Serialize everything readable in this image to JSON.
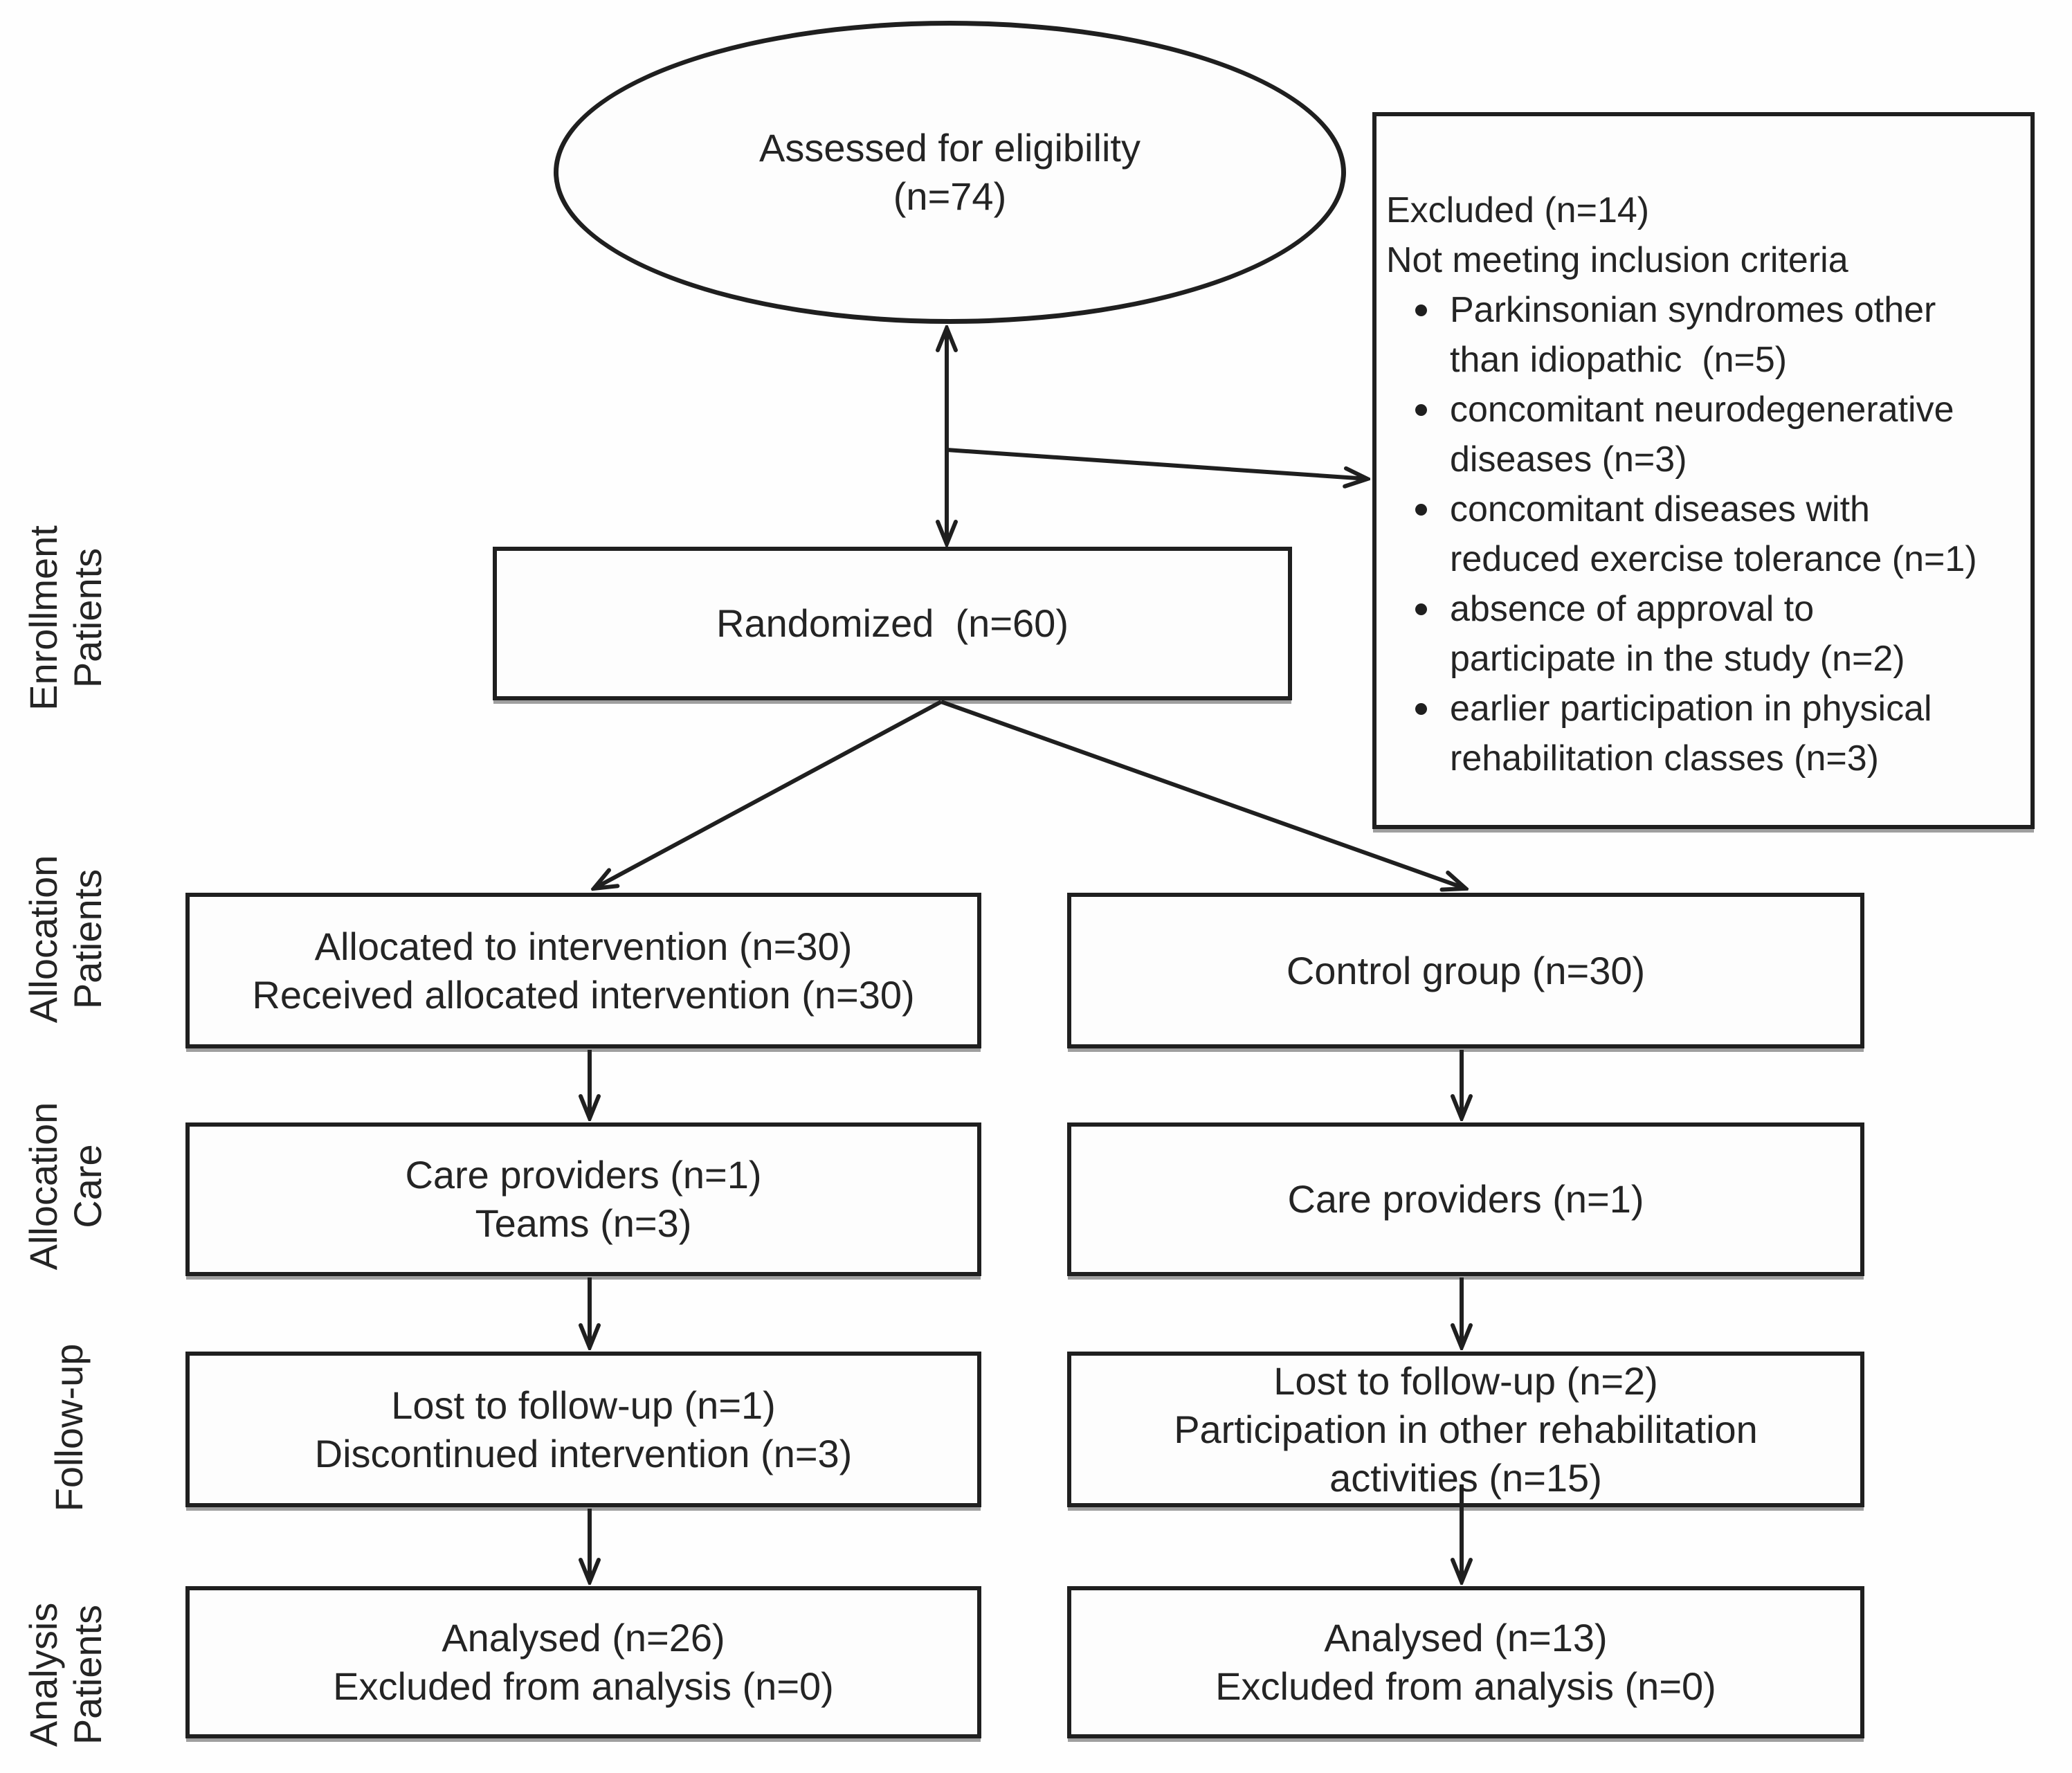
{
  "figure": {
    "type": "CONSORT-flow-diagram",
    "colors": {
      "line": "#1f1f1f",
      "text": "#242424",
      "background": "#ffffff"
    },
    "stage_labels": {
      "enrollment": {
        "lines": [
          "Enrollment",
          "Patients"
        ]
      },
      "allocation_patients": {
        "lines": [
          "Allocation",
          "Patients"
        ]
      },
      "allocation_care": {
        "lines": [
          "Allocation",
          "Care"
        ]
      },
      "follow_up": {
        "lines": [
          "Follow-up"
        ]
      },
      "analysis": {
        "lines": [
          "Analysis",
          "Patients"
        ]
      }
    },
    "nodes": {
      "assessed": {
        "lines": [
          "Assessed for eligibility",
          "(n=74)"
        ]
      },
      "excluded": {
        "title": "Excluded (n=14)",
        "subtitle": "Not meeting inclusion criteria",
        "bullets": [
          "Parkinsonian syndromes other\nthan idiopathic  (n=5)",
          "concomitant neurodegenerative\ndiseases (n=3)",
          "concomitant diseases with\nreduced exercise tolerance (n=1)",
          "absence of approval to\nparticipate in the study (n=2)",
          "earlier participation in physical\nrehabilitation classes (n=3)"
        ]
      },
      "randomized": {
        "lines": [
          "Randomized  (n=60)"
        ]
      },
      "intervention_allocation": {
        "lines": [
          "Allocated to intervention (n=30)",
          "Received allocated intervention (n=30)"
        ]
      },
      "control_allocation": {
        "lines": [
          "Control group (n=30)"
        ]
      },
      "intervention_care": {
        "lines": [
          "Care providers (n=1)",
          "Teams (n=3)"
        ]
      },
      "control_care": {
        "lines": [
          "Care providers (n=1)"
        ]
      },
      "intervention_followup": {
        "lines": [
          "Lost to follow-up (n=1)",
          "Discontinued intervention (n=3)"
        ]
      },
      "control_followup": {
        "lines": [
          "Lost to follow-up (n=2)",
          "Participation in other rehabilitation",
          "activities (n=15)"
        ]
      },
      "intervention_analysis": {
        "lines": [
          "Analysed (n=26)",
          "Excluded from analysis (n=0)"
        ]
      },
      "control_analysis": {
        "lines": [
          "Analysed (n=13)",
          "Excluded from analysis (n=0)"
        ]
      }
    }
  }
}
